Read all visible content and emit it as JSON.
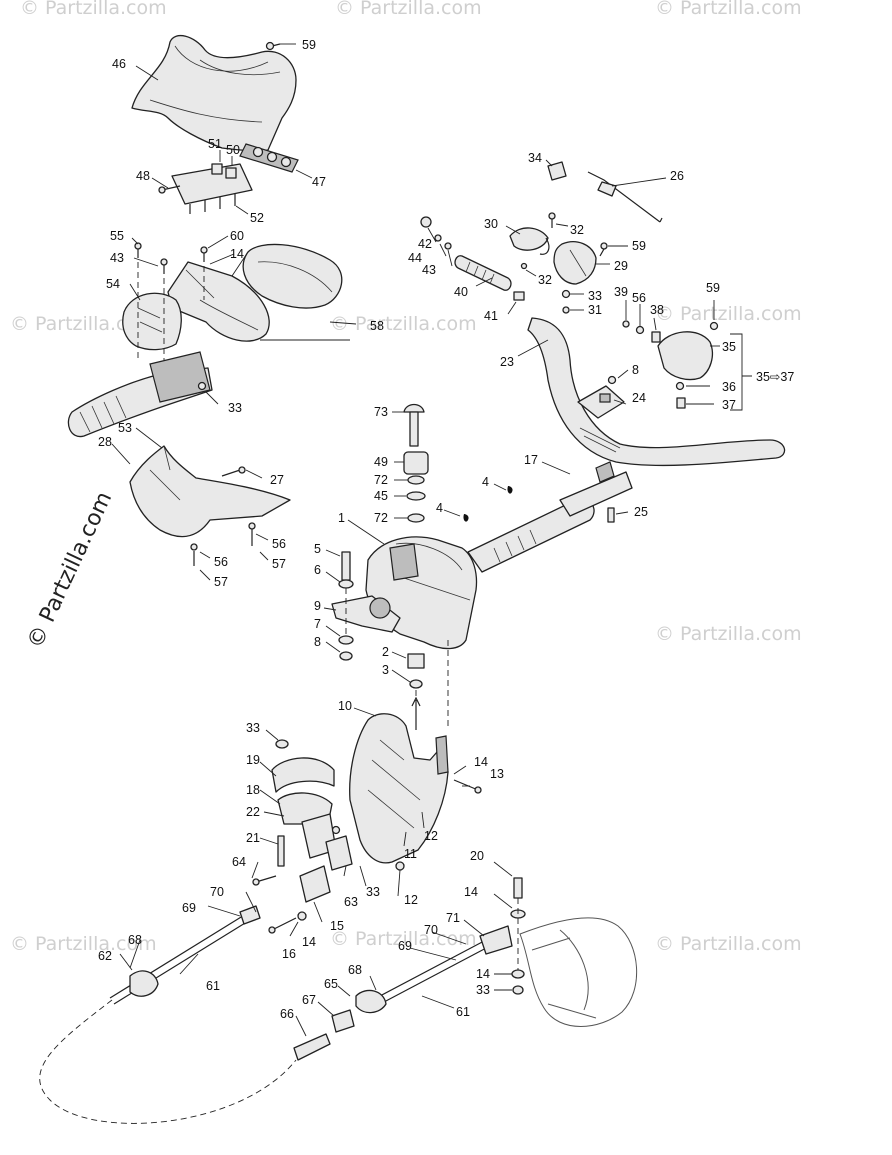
{
  "watermarks": {
    "brand": "© Partzilla.com",
    "side": "© Partzilla.com"
  },
  "callouts": [
    {
      "id": "59a",
      "text": "59"
    },
    {
      "id": "46",
      "text": "46"
    },
    {
      "id": "51",
      "text": "51"
    },
    {
      "id": "50",
      "text": "50"
    },
    {
      "id": "47",
      "text": "47"
    },
    {
      "id": "48",
      "text": "48"
    },
    {
      "id": "52",
      "text": "52"
    },
    {
      "id": "55",
      "text": "55"
    },
    {
      "id": "60",
      "text": "60"
    },
    {
      "id": "14a",
      "text": "14"
    },
    {
      "id": "43a",
      "text": "43"
    },
    {
      "id": "54",
      "text": "54"
    },
    {
      "id": "58",
      "text": "58"
    },
    {
      "id": "33a",
      "text": "33"
    },
    {
      "id": "53",
      "text": "53"
    },
    {
      "id": "28",
      "text": "28"
    },
    {
      "id": "27",
      "text": "27"
    },
    {
      "id": "56a",
      "text": "56"
    },
    {
      "id": "56b",
      "text": "56"
    },
    {
      "id": "57a",
      "text": "57"
    },
    {
      "id": "57b",
      "text": "57"
    },
    {
      "id": "34",
      "text": "34"
    },
    {
      "id": "26",
      "text": "26"
    },
    {
      "id": "30",
      "text": "30"
    },
    {
      "id": "32a",
      "text": "32"
    },
    {
      "id": "42",
      "text": "42"
    },
    {
      "id": "44",
      "text": "44"
    },
    {
      "id": "43b",
      "text": "43"
    },
    {
      "id": "59b",
      "text": "59"
    },
    {
      "id": "29",
      "text": "29"
    },
    {
      "id": "32b",
      "text": "32"
    },
    {
      "id": "40",
      "text": "40"
    },
    {
      "id": "33b",
      "text": "33"
    },
    {
      "id": "31",
      "text": "31"
    },
    {
      "id": "41",
      "text": "41"
    },
    {
      "id": "39",
      "text": "39"
    },
    {
      "id": "56c",
      "text": "56"
    },
    {
      "id": "38",
      "text": "38"
    },
    {
      "id": "59c",
      "text": "59"
    },
    {
      "id": "35",
      "text": "35"
    },
    {
      "id": "23",
      "text": "23"
    },
    {
      "id": "8a",
      "text": "8"
    },
    {
      "id": "36",
      "text": "36"
    },
    {
      "id": "35to37",
      "text": "35⇨37"
    },
    {
      "id": "24",
      "text": "24"
    },
    {
      "id": "37",
      "text": "37"
    },
    {
      "id": "73",
      "text": "73"
    },
    {
      "id": "49",
      "text": "49"
    },
    {
      "id": "72a",
      "text": "72"
    },
    {
      "id": "45",
      "text": "45"
    },
    {
      "id": "72b",
      "text": "72"
    },
    {
      "id": "17",
      "text": "17"
    },
    {
      "id": "4a",
      "text": "4"
    },
    {
      "id": "4b",
      "text": "4"
    },
    {
      "id": "25",
      "text": "25"
    },
    {
      "id": "1",
      "text": "1"
    },
    {
      "id": "5",
      "text": "5"
    },
    {
      "id": "6",
      "text": "6"
    },
    {
      "id": "9",
      "text": "9"
    },
    {
      "id": "7",
      "text": "7"
    },
    {
      "id": "8b",
      "text": "8"
    },
    {
      "id": "2",
      "text": "2"
    },
    {
      "id": "3",
      "text": "3"
    },
    {
      "id": "10",
      "text": "10"
    },
    {
      "id": "33c",
      "text": "33"
    },
    {
      "id": "19",
      "text": "19"
    },
    {
      "id": "14b",
      "text": "14"
    },
    {
      "id": "13",
      "text": "13"
    },
    {
      "id": "18",
      "text": "18"
    },
    {
      "id": "22",
      "text": "22"
    },
    {
      "id": "12a",
      "text": "12"
    },
    {
      "id": "21",
      "text": "21"
    },
    {
      "id": "11",
      "text": "11"
    },
    {
      "id": "64",
      "text": "64"
    },
    {
      "id": "33d",
      "text": "33"
    },
    {
      "id": "63",
      "text": "63"
    },
    {
      "id": "12b",
      "text": "12"
    },
    {
      "id": "20",
      "text": "20"
    },
    {
      "id": "70a",
      "text": "70"
    },
    {
      "id": "69a",
      "text": "69"
    },
    {
      "id": "15",
      "text": "15"
    },
    {
      "id": "14c",
      "text": "14"
    },
    {
      "id": "68a",
      "text": "68"
    },
    {
      "id": "14d",
      "text": "14"
    },
    {
      "id": "16",
      "text": "16"
    },
    {
      "id": "71",
      "text": "71"
    },
    {
      "id": "62",
      "text": "62"
    },
    {
      "id": "61a",
      "text": "61"
    },
    {
      "id": "70b",
      "text": "70"
    },
    {
      "id": "69b",
      "text": "69"
    },
    {
      "id": "14e",
      "text": "14"
    },
    {
      "id": "33e",
      "text": "33"
    },
    {
      "id": "68b",
      "text": "68"
    },
    {
      "id": "65",
      "text": "65"
    },
    {
      "id": "67",
      "text": "67"
    },
    {
      "id": "61b",
      "text": "61"
    },
    {
      "id": "66",
      "text": "66"
    }
  ]
}
